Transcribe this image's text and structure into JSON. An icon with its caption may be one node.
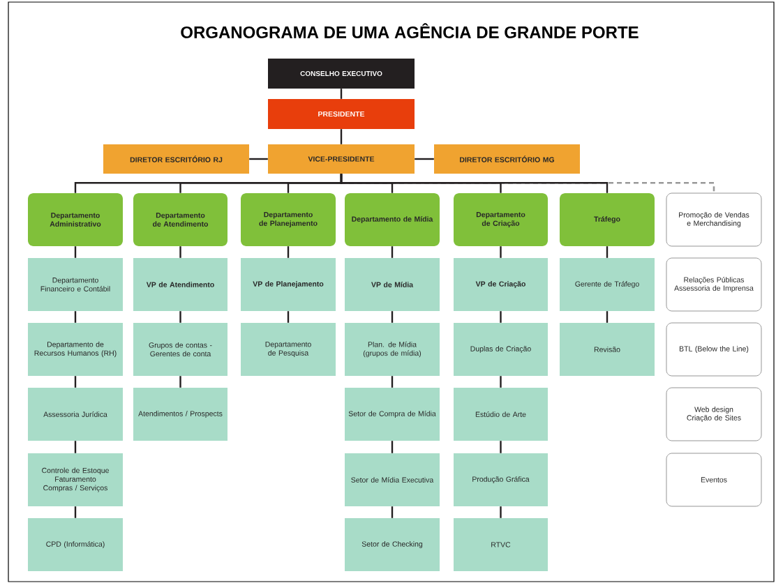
{
  "diagram": {
    "title": "ORGANOGRAMA DE UMA AGÊNCIA DE GRANDE PORTE",
    "nodes": [
      {
        "text": [
          "CONSELHO EXECUTIVO"
        ]
      },
      {
        "text": [
          "PRESIDENTE"
        ]
      },
      {
        "text": [
          "DIRETOR ESCRITÓRIO RJ"
        ]
      },
      {
        "text": [
          "VICE-PRESIDENTE"
        ]
      },
      {
        "text": [
          "DIRETOR ESCRITÓRIO MG"
        ]
      },
      {
        "text": [
          "Departamento Administrativo"
        ]
      },
      {
        "text": [
          "Departamento de Atendimento"
        ]
      },
      {
        "text": [
          "Departamento de Planejamento"
        ]
      },
      {
        "text": [
          "Departamento de Mídia"
        ]
      },
      {
        "text": [
          "Departamento de Criação"
        ]
      },
      {
        "text": [
          "Tráfego"
        ]
      },
      {
        "text": [
          "Departamento Financeiro e Contábil"
        ]
      },
      {
        "text": [
          "Departamento de Recursos Humanos (RH)"
        ]
      },
      {
        "text": [
          "Assessoria Jurídica"
        ]
      },
      {
        "text": [
          "Controle de Estoque Faturamento Compras / Serviços"
        ]
      },
      {
        "text": [
          "CPD (Informática)"
        ]
      },
      {
        "text": [
          "VP de Atendimento"
        ]
      },
      {
        "text": [
          "Grupos de contas - Gerentes de conta"
        ]
      },
      {
        "text": [
          "Atendimentos / Prospects"
        ]
      },
      {
        "text": [
          "VP de Planejamento"
        ]
      },
      {
        "text": [
          "Departamento de Pesquisa"
        ]
      },
      {
        "text": [
          "VP de Mídia"
        ]
      },
      {
        "text": [
          "Plan. de Mídia (grupos de mídia)"
        ]
      },
      {
        "text": [
          "Setor de Compra de Mídia"
        ]
      },
      {
        "text": [
          "Setor de Mídia Executiva"
        ]
      },
      {
        "text": [
          "Setor de Checking"
        ]
      },
      {
        "text": [
          "VP de Criação"
        ]
      },
      {
        "text": [
          "Duplas de Criação"
        ]
      },
      {
        "text": [
          "Estúdio de Arte"
        ]
      },
      {
        "text": [
          "Produção Gráfica"
        ]
      },
      {
        "text": [
          "RTVC"
        ]
      },
      {
        "text": [
          "Gerente de Tráfego"
        ]
      },
      {
        "text": [
          "Revisão"
        ]
      },
      {
        "text": [
          "Promoção de Vendas e Merchandising"
        ]
      },
      {
        "text": [
          "Relações Públicas Assessoria de Imprensa"
        ]
      },
      {
        "text": [
          "BTL (Below the Line)"
        ]
      },
      {
        "text": [
          "Web design Criação de Sites"
        ]
      },
      {
        "text": [
          "Eventos"
        ]
      }
    ],
    "edges": [
      {
        "from": 0,
        "to": 1,
        "arrow": "none"
      },
      {
        "from": 1,
        "to": 3,
        "arrow": "none"
      },
      {
        "from": 3,
        "to": 2,
        "arrow": "none"
      },
      {
        "from": 3,
        "to": 4,
        "arrow": "none"
      },
      {
        "from": 3,
        "to": 5,
        "arrow": "none"
      },
      {
        "from": 3,
        "to": 6,
        "arrow": "none"
      },
      {
        "from": 3,
        "to": 7,
        "arrow": "none"
      },
      {
        "from": 3,
        "to": 8,
        "arrow": "none"
      },
      {
        "from": 3,
        "to": 9,
        "arrow": "none"
      },
      {
        "from": 3,
        "to": 10,
        "arrow": "none"
      },
      {
        "from": 3,
        "to": 33,
        "arrow": "none",
        "style": "dashed",
        "color": "#999999"
      },
      {
        "from": 5,
        "to": 11,
        "arrow": "none"
      },
      {
        "from": 11,
        "to": 12,
        "arrow": "none"
      },
      {
        "from": 12,
        "to": 13,
        "arrow": "none"
      },
      {
        "from": 13,
        "to": 14,
        "arrow": "none"
      },
      {
        "from": 14,
        "to": 15,
        "arrow": "none"
      },
      {
        "from": 6,
        "to": 16,
        "arrow": "none"
      },
      {
        "from": 16,
        "to": 17,
        "arrow": "none"
      },
      {
        "from": 17,
        "to": 18,
        "arrow": "none"
      },
      {
        "from": 7,
        "to": 19,
        "arrow": "none"
      },
      {
        "from": 19,
        "to": 20,
        "arrow": "none"
      },
      {
        "from": 8,
        "to": 21,
        "arrow": "none"
      },
      {
        "from": 21,
        "to": 22,
        "arrow": "none"
      },
      {
        "from": 22,
        "to": 23,
        "arrow": "none"
      },
      {
        "from": 23,
        "to": 24,
        "arrow": "none"
      },
      {
        "from": 24,
        "to": 25,
        "arrow": "none"
      },
      {
        "from": 9,
        "to": 26,
        "arrow": "none"
      },
      {
        "from": 26,
        "to": 27,
        "arrow": "none"
      },
      {
        "from": 27,
        "to": 28,
        "arrow": "none"
      },
      {
        "from": 28,
        "to": 29,
        "arrow": "none"
      },
      {
        "from": 29,
        "to": 30,
        "arrow": "none"
      },
      {
        "from": 10,
        "to": 31,
        "arrow": "none"
      },
      {
        "from": 31,
        "to": 32,
        "arrow": "none"
      }
    ]
  }
}
